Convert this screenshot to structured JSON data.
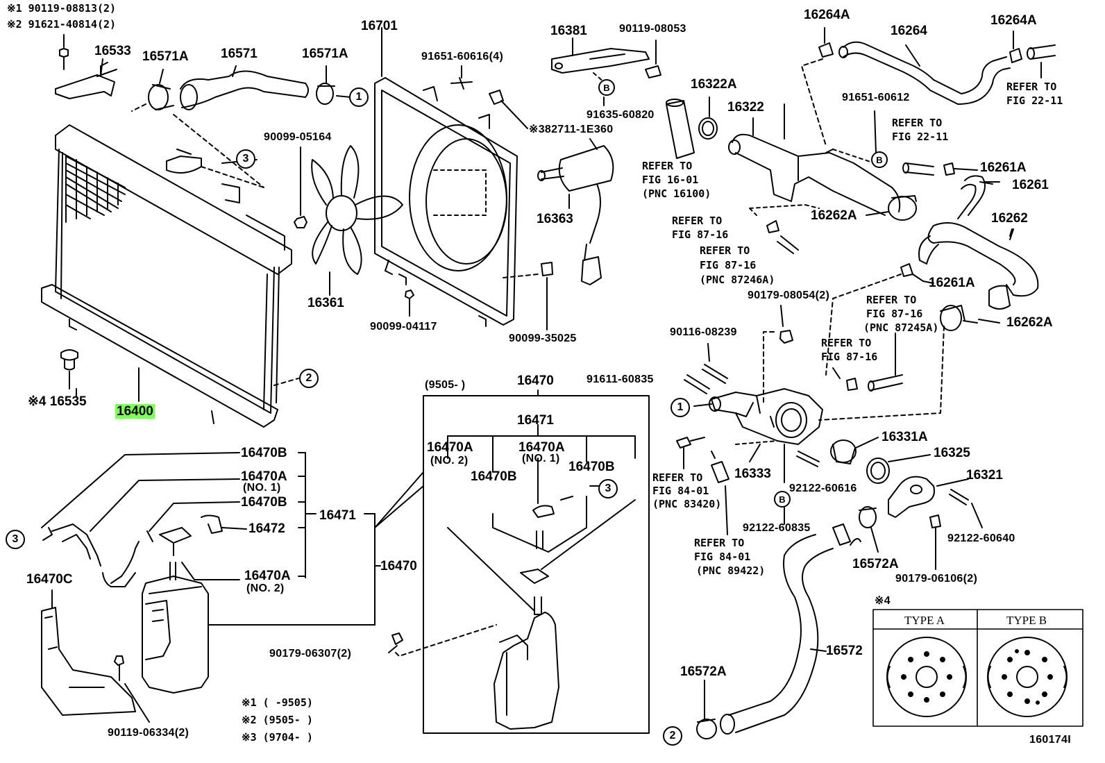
{
  "figure_id": "160174I",
  "labels": {
    "p16400": "16400",
    "p16701": "16701",
    "p16381": "16381",
    "p90119_08053": "90119-08053",
    "p16264A_l": "16264A",
    "p16264": "16264",
    "p16264A_r": "16264A",
    "ref_22_11_a1": "REFER TO",
    "ref_22_11_a2": "FIG 22-11",
    "p16533": "16533",
    "p16571A_l": "16571A",
    "p16571": "16571",
    "p16571A_r": "16571A",
    "p91651_60616": "91651-60616(4)",
    "p16322A": "16322A",
    "p16322": "16322",
    "p91651_60612": "91651-60612",
    "ref_22_11_b1": "REFER TO",
    "ref_22_11_b2": "FIG 22-11",
    "p91635_60820": "91635-60820",
    "p82711_1E360": "82711-1E360",
    "p90099_05164": "90099-05164",
    "ref_16_01_1": "REFER TO",
    "ref_16_01_2": "FIG 16-01",
    "ref_16_01_3": "(PNC 16100)",
    "p16261A_t": "16261A",
    "p16261": "16261",
    "p16363": "16363",
    "p16262A_t": "16262A",
    "p16262": "16262",
    "ref_87_16_a1": "REFER TO",
    "ref_87_16_a2": "FIG 87-16",
    "ref_87_16_b1": "REFER TO",
    "ref_87_16_b2": "FIG 87-16",
    "ref_87_16_b3": "(PNC 87246A)",
    "p16261A_m": "16261A",
    "p16361": "16361",
    "p90179_08054": "90179-08054(2)",
    "ref_87_16_c1": "REFER TO",
    "ref_87_16_c2": "FIG 87-16",
    "ref_87_16_c3": "(PNC 87245A)",
    "p16262A_m": "16262A",
    "p90099_04117": "90099-04117",
    "p90099_35025": "90099-35025",
    "p90116_08239": "90116-08239",
    "ref_87_16_d1": "REFER TO",
    "ref_87_16_d2": "FIG 87-16",
    "p16535": "16535",
    "mark4_a": "※4",
    "p9505_range": "(9505-      )",
    "p16470_top": "16470",
    "p91611_60835": "91611-60835",
    "p16471_top": "16471",
    "p16470A_no2_a": "16470A",
    "p16470A_no2_b": "(NO. 2)",
    "p16470A_no1_a": "16470A",
    "p16470A_no1_b": "(NO. 1)",
    "p16470B_in1": "16470B",
    "p16470B_in2": "16470B",
    "p16331A": "16331A",
    "p16325": "16325",
    "p16321": "16321",
    "p16333": "16333",
    "ref_84_01_a1": "REFER TO",
    "ref_84_01_a2": "FIG 84-01",
    "ref_84_01_a3": "(PNC 83420)",
    "p92122_60616": "92122-60616",
    "p16470B_l1": "16470B",
    "p16470A_l1a": "16470A",
    "p16470A_l1b": "(NO. 1)",
    "p16470B_l2": "16470B",
    "p16471_l": "16471",
    "p16472": "16472",
    "p16470A_l2a": "16470A",
    "p16470A_l2b": "(NO. 2)",
    "p16470_l": "16470",
    "p16470C": "16470C",
    "p92122_60835": "92122-60835",
    "p92122_60640": "92122-60640",
    "ref_84_01_b1": "REFER TO",
    "ref_84_01_b2": "FIG 84-01",
    "ref_84_01_b3": "(PNC 89422)",
    "p16572A_r": "16572A",
    "p90179_06106": "90179-06106(2)",
    "mark4_b": "※4",
    "type_a": "TYPE A",
    "type_b": "TYPE B",
    "p90179_06307": "90179-06307(2)",
    "p16572": "16572",
    "p16572A_b": "16572A",
    "p90119_06334": "90119-06334(2)",
    "note1_mark": "※1",
    "note1_text": "(    -9505)",
    "note2_mark": "※2",
    "note2_text": "(9505-    )",
    "note3_mark": "※3",
    "note3_text": "(9704-    )",
    "hdr1_mark": "※1",
    "hdr1_text": "90119-08813(2)",
    "hdr2_mark": "※2",
    "hdr2_text": "91621-40814(2)",
    "mark3": "※3"
  },
  "callouts": {
    "c1": "1",
    "c2": "2",
    "c3": "3",
    "cB": "B"
  },
  "colors": {
    "highlight": "#7dff5a",
    "ink": "#000000"
  }
}
